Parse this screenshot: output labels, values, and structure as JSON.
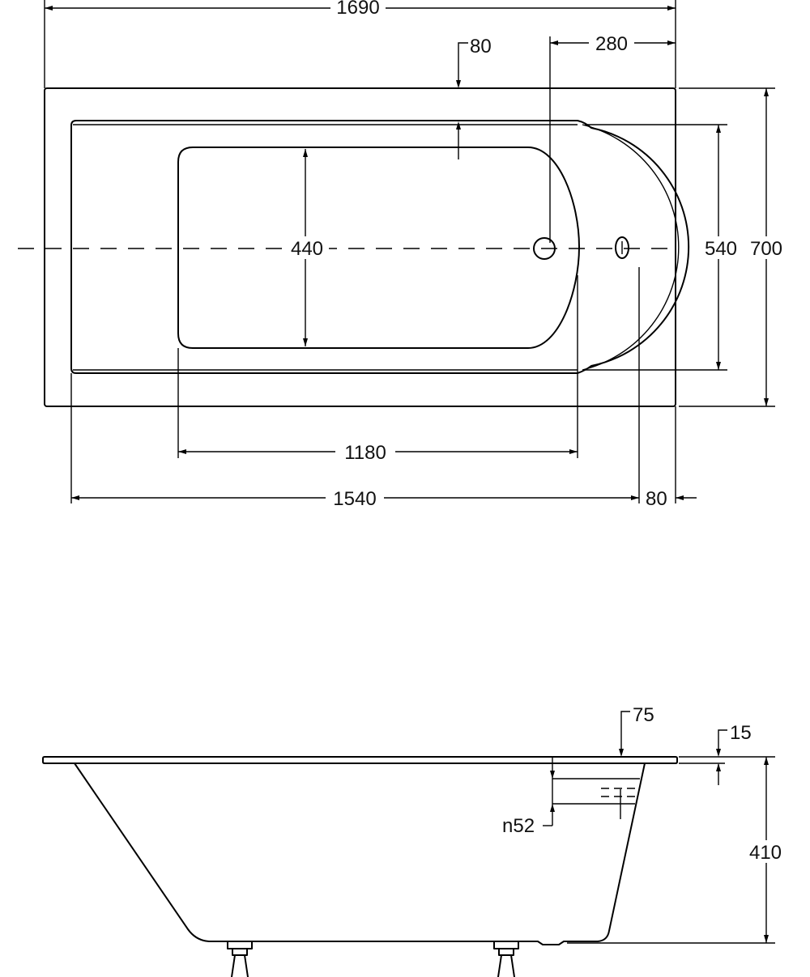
{
  "top_view": {
    "dims": {
      "overall_length": "1690",
      "rim_inset": "80",
      "drain_offset": "280",
      "inner_bottom_width": "440",
      "inner_width": "540",
      "overall_width": "700",
      "bottom_length": "1180",
      "inner_length": "1540",
      "end_rim": "80"
    }
  },
  "side_view": {
    "dims": {
      "rim_depth": "75",
      "rim_thickness": "15",
      "overflow": "n52",
      "height": "410"
    }
  }
}
